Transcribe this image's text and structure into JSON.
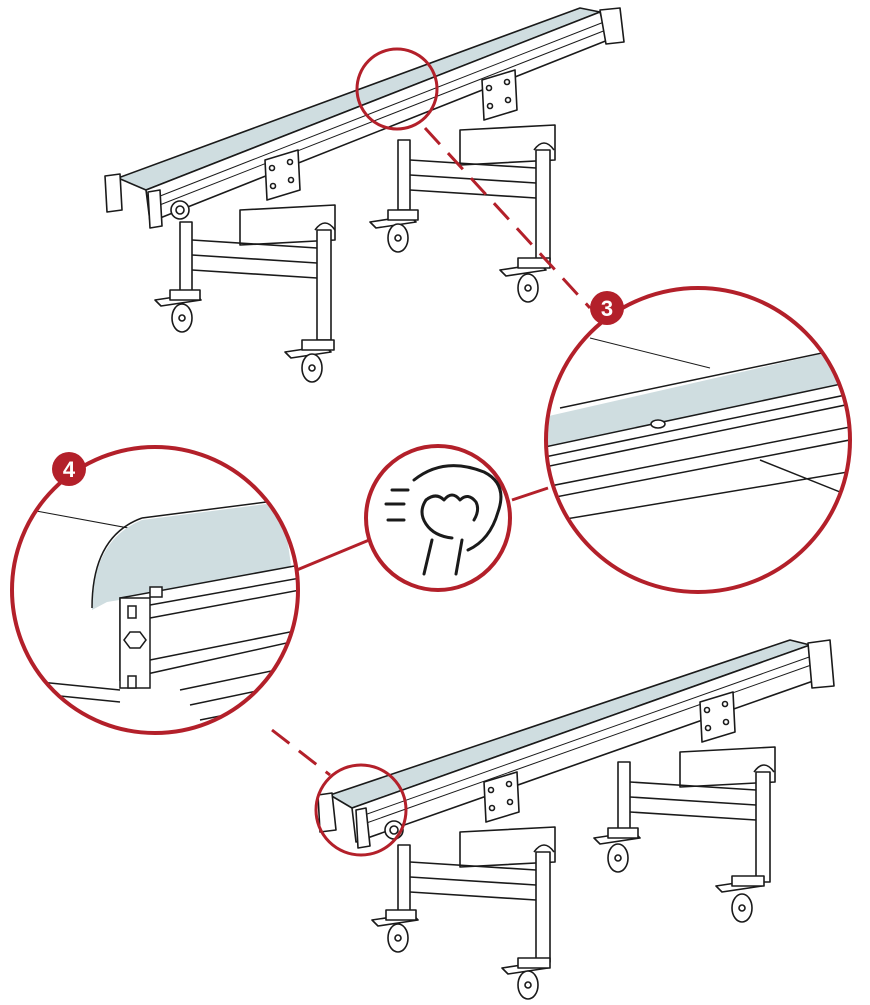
{
  "figure": {
    "callouts": [
      {
        "id": "detail-3",
        "number": "3"
      },
      {
        "id": "detail-4",
        "number": "4"
      }
    ],
    "cleaning_icon": "wipe-cloth-hand-icon",
    "colors": {
      "accent": "#b3202a",
      "belt": "#cfdde0",
      "line": "#1a1a1a",
      "frame_fill": "#ffffff"
    }
  }
}
